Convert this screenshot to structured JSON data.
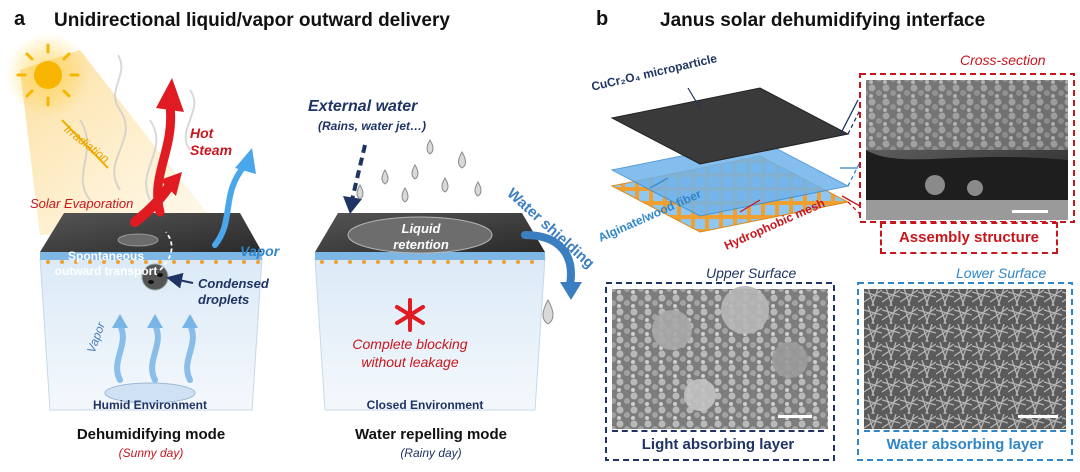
{
  "panel_a": {
    "letter": "a",
    "title": "Unidirectional liquid/vapor outward delivery",
    "left_scene": {
      "irradiation": "Irradiation",
      "hot_steam_line1": "Hot",
      "hot_steam_line2": "Steam",
      "solar_evaporation": "Solar Evaporation",
      "vapor_right": "Vapor",
      "spontaneous_line1": "Spontaneous",
      "spontaneous_line2": "outward transport",
      "condensed_line1": "Condensed",
      "condensed_line2": "droplets",
      "vapor_inside": "Vapor",
      "environment": "Humid Environment",
      "mode": "Dehumidifying mode",
      "condition": "(Sunny day)"
    },
    "right_scene": {
      "external_water": "External water",
      "external_water_sub": "(Rains, water jet…)",
      "liquid_line1": "Liquid",
      "liquid_line2": "retention",
      "water_shielding": "Water shielding",
      "blocking_line1": "Complete blocking",
      "blocking_line2": "without leakage",
      "environment": "Closed Environment",
      "mode": "Water repelling mode",
      "condition": "(Rainy day)"
    }
  },
  "panel_b": {
    "letter": "b",
    "title": "Janus solar dehumidifying interface",
    "microparticle_label": "CuCr₂O₄ microparticle",
    "fiber_label": "Alginate/wood fiber",
    "mesh_label": "Hydrophobic mesh",
    "cross_section_label": "Cross-section",
    "assembly_caption": "Assembly structure",
    "upper_surface_label": "Upper Surface",
    "lower_surface_label": "Lower Surface",
    "light_caption": "Light absorbing layer",
    "water_caption": "Water absorbing layer"
  },
  "colors": {
    "red": "#c8161d",
    "navy": "#1f3464",
    "blue": "#2f86c8",
    "mesh_orange": "#f0a030",
    "fiber_blue": "#6fb3ec",
    "dark_top": "#3a3a3a"
  }
}
